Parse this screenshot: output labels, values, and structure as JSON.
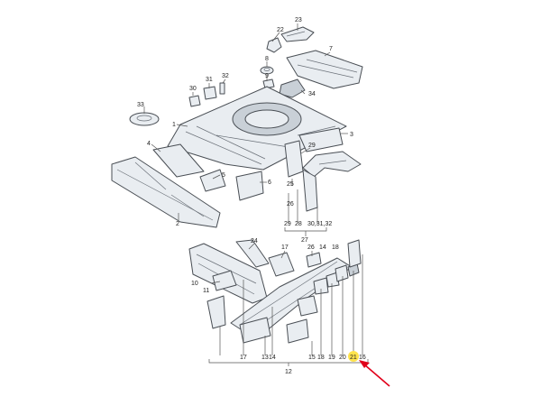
{
  "diagram": {
    "part_labels": [
      {
        "id": "p23",
        "text": "23"
      },
      {
        "id": "p22",
        "text": "22"
      },
      {
        "id": "p8",
        "text": "8"
      },
      {
        "id": "p9",
        "text": "9"
      },
      {
        "id": "p7",
        "text": "7"
      },
      {
        "id": "p30a",
        "text": "30"
      },
      {
        "id": "p31",
        "text": "31"
      },
      {
        "id": "p32",
        "text": "32"
      },
      {
        "id": "p34",
        "text": "34"
      },
      {
        "id": "p33",
        "text": "33"
      },
      {
        "id": "p1",
        "text": "1"
      },
      {
        "id": "p4",
        "text": "4"
      },
      {
        "id": "p3",
        "text": "3"
      },
      {
        "id": "p29",
        "text": "29"
      },
      {
        "id": "p5",
        "text": "5"
      },
      {
        "id": "p6",
        "text": "6"
      },
      {
        "id": "p2",
        "text": "2"
      },
      {
        "id": "p25",
        "text": "25"
      },
      {
        "id": "p26",
        "text": "26"
      },
      {
        "id": "p27",
        "text": "27"
      },
      {
        "id": "b29",
        "text": "29"
      },
      {
        "id": "b28",
        "text": "28"
      },
      {
        "id": "b303132",
        "text": "30,31,32"
      },
      {
        "id": "p24",
        "text": "24"
      },
      {
        "id": "p17a",
        "text": "17"
      },
      {
        "id": "p26b",
        "text": "26"
      },
      {
        "id": "p14",
        "text": "14"
      },
      {
        "id": "p18",
        "text": "18"
      },
      {
        "id": "p10",
        "text": "10"
      },
      {
        "id": "p11",
        "text": "11"
      },
      {
        "id": "b17",
        "text": "17"
      },
      {
        "id": "b13",
        "text": "13"
      },
      {
        "id": "b14",
        "text": "14"
      },
      {
        "id": "b15",
        "text": "15"
      },
      {
        "id": "b18",
        "text": "18"
      },
      {
        "id": "b19",
        "text": "19"
      },
      {
        "id": "b20",
        "text": "20"
      },
      {
        "id": "b21",
        "text": "21"
      },
      {
        "id": "b16",
        "text": "16"
      },
      {
        "id": "b12",
        "text": "12"
      }
    ],
    "highlighted_label": "21",
    "highlight_color": "#ffe34d",
    "arrow_color": "#e1001a",
    "line_color": "#4a4f55",
    "fill_color": "#e9edf1"
  }
}
